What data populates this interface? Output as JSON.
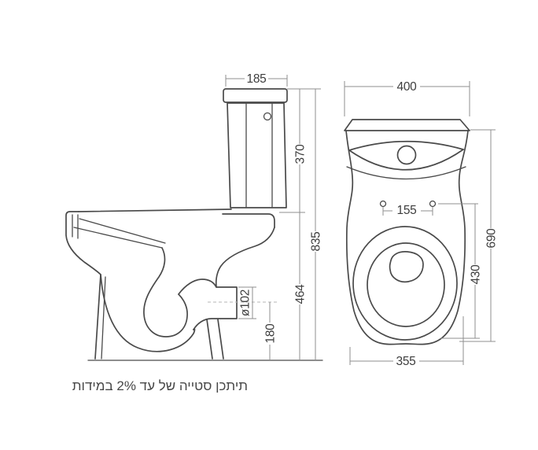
{
  "note": {
    "text": "תיתכן סטייה של עד 2% במידות"
  },
  "colors": {
    "line": "#4a4a4a",
    "dimension": "#8f8f8f",
    "text": "#3d3d3d",
    "background": "#ffffff"
  },
  "side_view": {
    "name": "toilet side section view",
    "dimensions": {
      "tank_top_width": "185",
      "tank_height": "370",
      "total_height": "835",
      "bowl_height": "464",
      "outlet_diameter": "ø102",
      "outlet_center_height": "180"
    }
  },
  "front_view": {
    "name": "toilet front view",
    "dimensions": {
      "tank_width": "400",
      "seat_hole_spacing": "155",
      "body_height": "690",
      "bowl_length": "430",
      "base_width": "355"
    }
  }
}
